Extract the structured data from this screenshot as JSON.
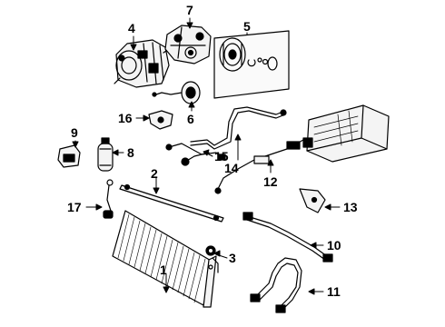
{
  "diagram": {
    "colors": {
      "ink": "#000000",
      "paper": "#ffffff"
    },
    "callouts": [
      {
        "id": "c1",
        "label": "1"
      },
      {
        "id": "c2",
        "label": "2"
      },
      {
        "id": "c3",
        "label": "3"
      },
      {
        "id": "c4",
        "label": "4"
      },
      {
        "id": "c5",
        "label": "5"
      },
      {
        "id": "c6",
        "label": "6"
      },
      {
        "id": "c7",
        "label": "7"
      },
      {
        "id": "c8",
        "label": "8"
      },
      {
        "id": "c9",
        "label": "9"
      },
      {
        "id": "c10",
        "label": "10"
      },
      {
        "id": "c11",
        "label": "11"
      },
      {
        "id": "c12",
        "label": "12"
      },
      {
        "id": "c13",
        "label": "13"
      },
      {
        "id": "c14",
        "label": "14"
      },
      {
        "id": "c15",
        "label": "15"
      },
      {
        "id": "c16",
        "label": "16"
      },
      {
        "id": "c17",
        "label": "17"
      }
    ]
  }
}
